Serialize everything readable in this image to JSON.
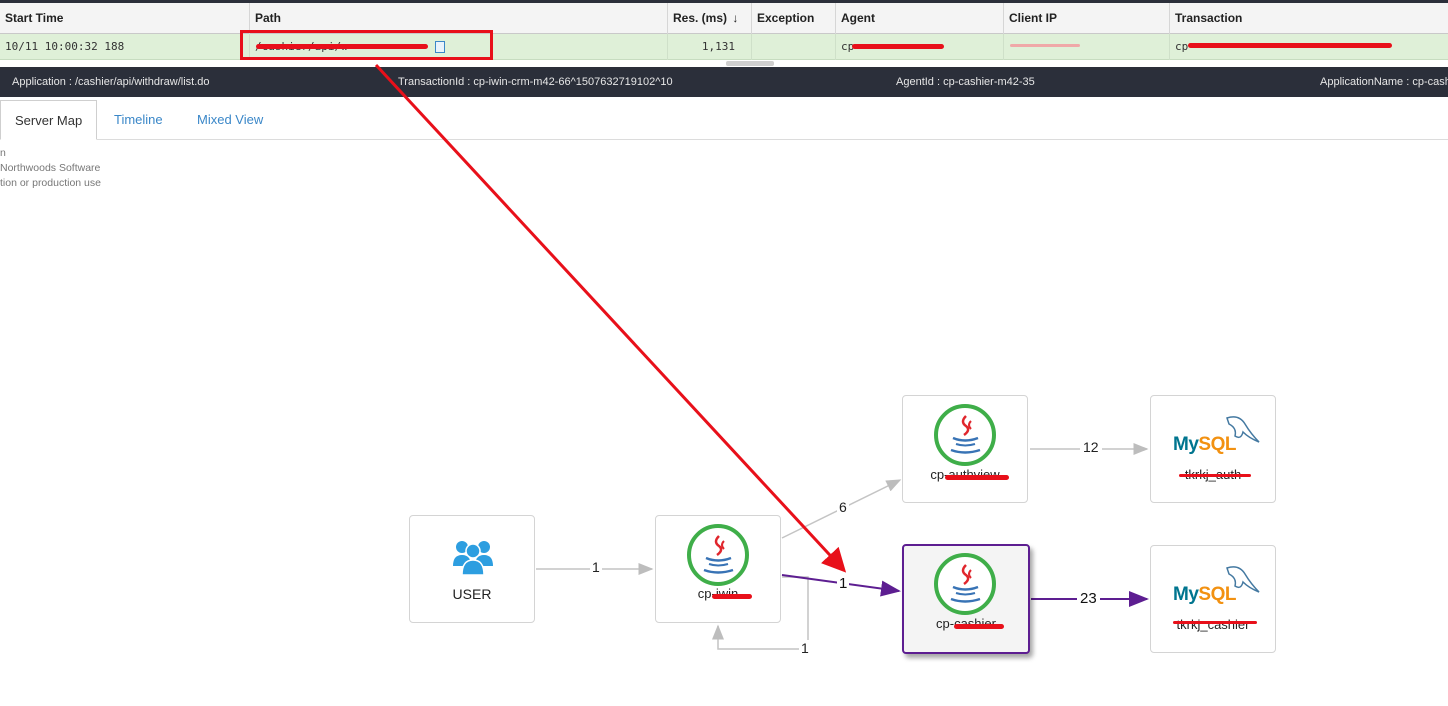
{
  "table": {
    "columns": [
      "Start Time",
      "Path",
      "Res. (ms)",
      "Exception",
      "Agent",
      "Client IP",
      "Transaction"
    ],
    "sort_icon": "arrow-down-icon",
    "row": {
      "start_time": "10/11 10:00:32 188",
      "path": "/cashier/api/w",
      "res_ms": "1,131",
      "exception": "",
      "agent": "cp",
      "client_ip": "",
      "transaction": "cp"
    }
  },
  "infobar": {
    "application": "Application : /cashier/api/withdraw/list.do",
    "transaction_id": "TransactionId : cp-iwin-crm-m42-66^1507632719102^10",
    "agent_id": "AgentId : cp-cashier-m42-35",
    "application_name": "ApplicationName : cp-cash"
  },
  "tabs": [
    {
      "label": "Server Map",
      "active": true
    },
    {
      "label": "Timeline",
      "active": false
    },
    {
      "label": "Mixed View",
      "active": false
    }
  ],
  "watermark": [
    "n",
    "Northwoods Software",
    "tion or production use"
  ],
  "map": {
    "nodes": {
      "user": {
        "label": "USER",
        "icon": "users-icon"
      },
      "iwin": {
        "label": "cp-iwin",
        "icon": "java-icon"
      },
      "authview": {
        "label": "cp-authview",
        "icon": "java-icon"
      },
      "cashier": {
        "label": "cp-cashier",
        "icon": "java-icon"
      },
      "mysql_auth": {
        "label": "tkrkj_auth",
        "icon": "mysql-icon",
        "logo_text": "MySQL"
      },
      "mysql_cashier": {
        "label": "tkrkj_cashier",
        "icon": "mysql-icon",
        "logo_text": "MySQL"
      }
    },
    "edges": {
      "user_to_iwin": "1",
      "iwin_self": "1",
      "iwin_to_authview": "6",
      "iwin_to_cashier": "1",
      "authview_to_mysql": "12",
      "cashier_to_mysql": "23"
    }
  },
  "colors": {
    "header_dark": "#2b2f3a",
    "row_highlight": "#dff0d8",
    "link_blue": "#3a87c8",
    "selected_purple": "#5d1e91",
    "java_green": "#3fae49",
    "annotation_red": "#e8101a"
  }
}
